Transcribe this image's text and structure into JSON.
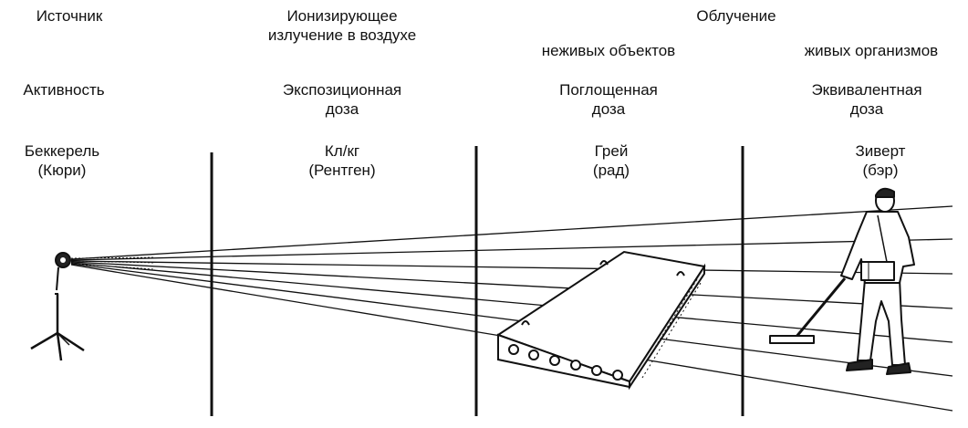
{
  "columns": [
    {
      "header": [
        "Источник"
      ],
      "quantity": [
        "Активность"
      ],
      "unit": [
        "Беккерель",
        "(Кюри)"
      ]
    },
    {
      "header": [
        "Ионизирующее",
        "излучение в воздухе"
      ],
      "quantity": [
        "Экспозиционная",
        "доза"
      ],
      "unit": [
        "Кл/кг",
        "(Рентген)"
      ]
    },
    {
      "header": [
        "неживых объектов"
      ],
      "quantity": [
        "Поглощенная",
        "доза"
      ],
      "unit": [
        "Грей",
        "(рад)"
      ]
    },
    {
      "header": [
        "живых организмов"
      ],
      "quantity": [
        "Эквивалентная",
        "доза"
      ],
      "unit": [
        "Зиверт",
        "(бэр)"
      ]
    }
  ],
  "group_header": "Облучение",
  "colors": {
    "ink": "#111111",
    "background": "#ffffff"
  }
}
